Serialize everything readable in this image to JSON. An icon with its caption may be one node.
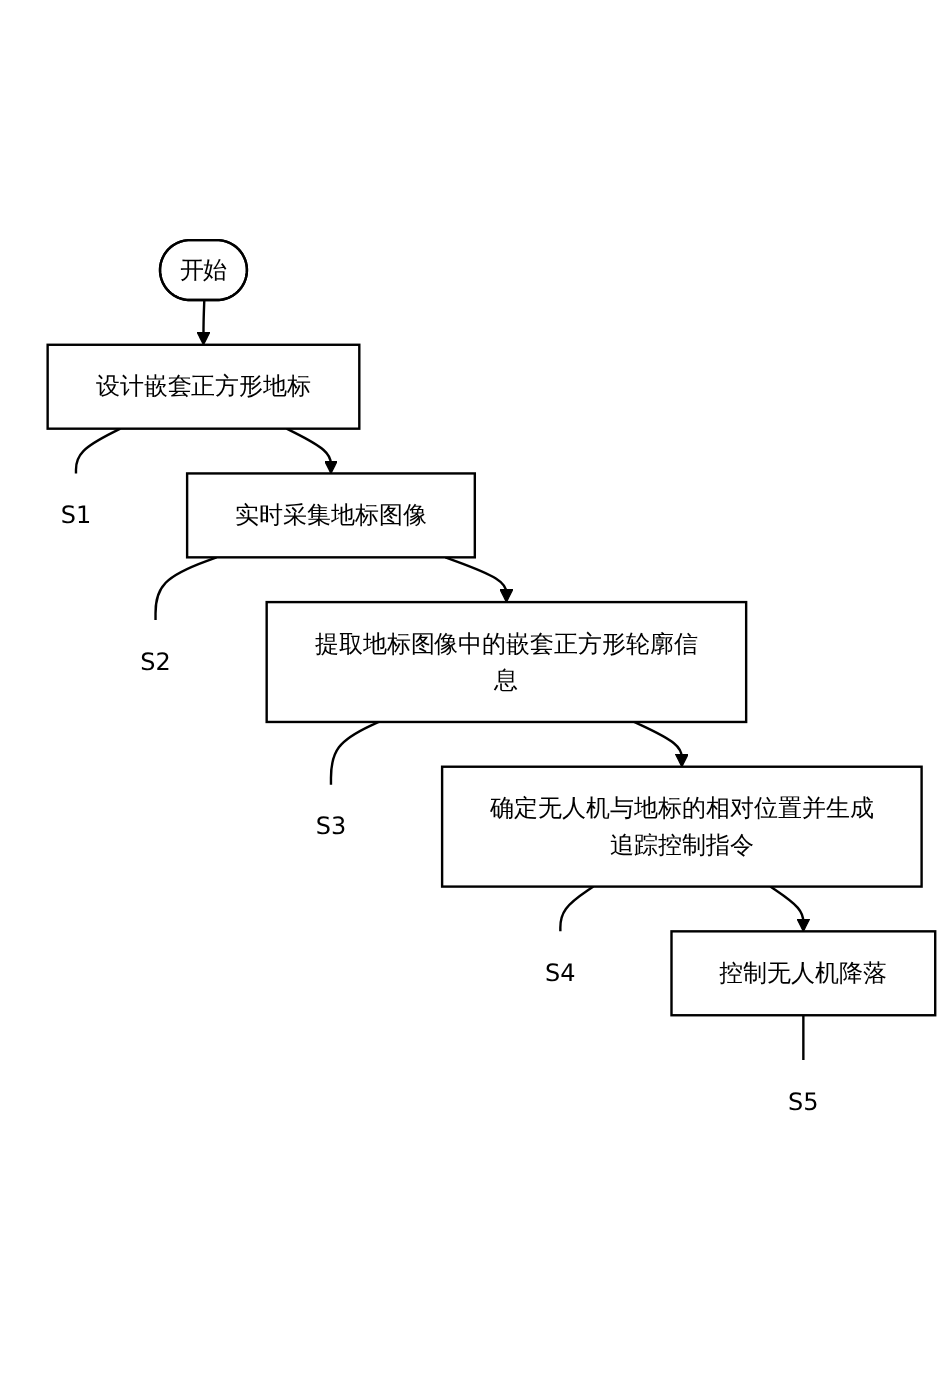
{
  "diagram": {
    "nodes": [
      {
        "text": [
          "开始"
        ]
      },
      {
        "text": [
          "设计嵌套正方形地标"
        ]
      },
      {
        "text": [
          "S1"
        ]
      },
      {
        "text": [
          "实时采集地标图像"
        ]
      },
      {
        "text": [
          "S2"
        ]
      },
      {
        "text": [
          "提取地标图像中的嵌套正方形轮廓信息"
        ]
      },
      {
        "text": [
          "S3"
        ]
      },
      {
        "text": [
          "确定无人机与地标的相对位置并生成追踪控制指令"
        ]
      },
      {
        "text": [
          "S4"
        ]
      },
      {
        "text": [
          "控制无人机降落"
        ]
      },
      {
        "text": [
          "S5"
        ]
      }
    ],
    "edges": [
      {
        "from": 0,
        "to": 1,
        "arrow": "to"
      },
      {
        "from": 2,
        "to": 1,
        "arrow": "none"
      },
      {
        "from": 1,
        "to": 3,
        "arrow": "to"
      },
      {
        "from": 4,
        "to": 3,
        "arrow": "none"
      },
      {
        "from": 3,
        "to": 5,
        "arrow": "to"
      },
      {
        "from": 6,
        "to": 5,
        "arrow": "none"
      },
      {
        "from": 5,
        "to": 7,
        "arrow": "to"
      },
      {
        "from": 8,
        "to": 7,
        "arrow": "none"
      },
      {
        "from": 7,
        "to": 9,
        "arrow": "to"
      },
      {
        "from": 10,
        "to": 9,
        "arrow": "none"
      }
    ]
  }
}
